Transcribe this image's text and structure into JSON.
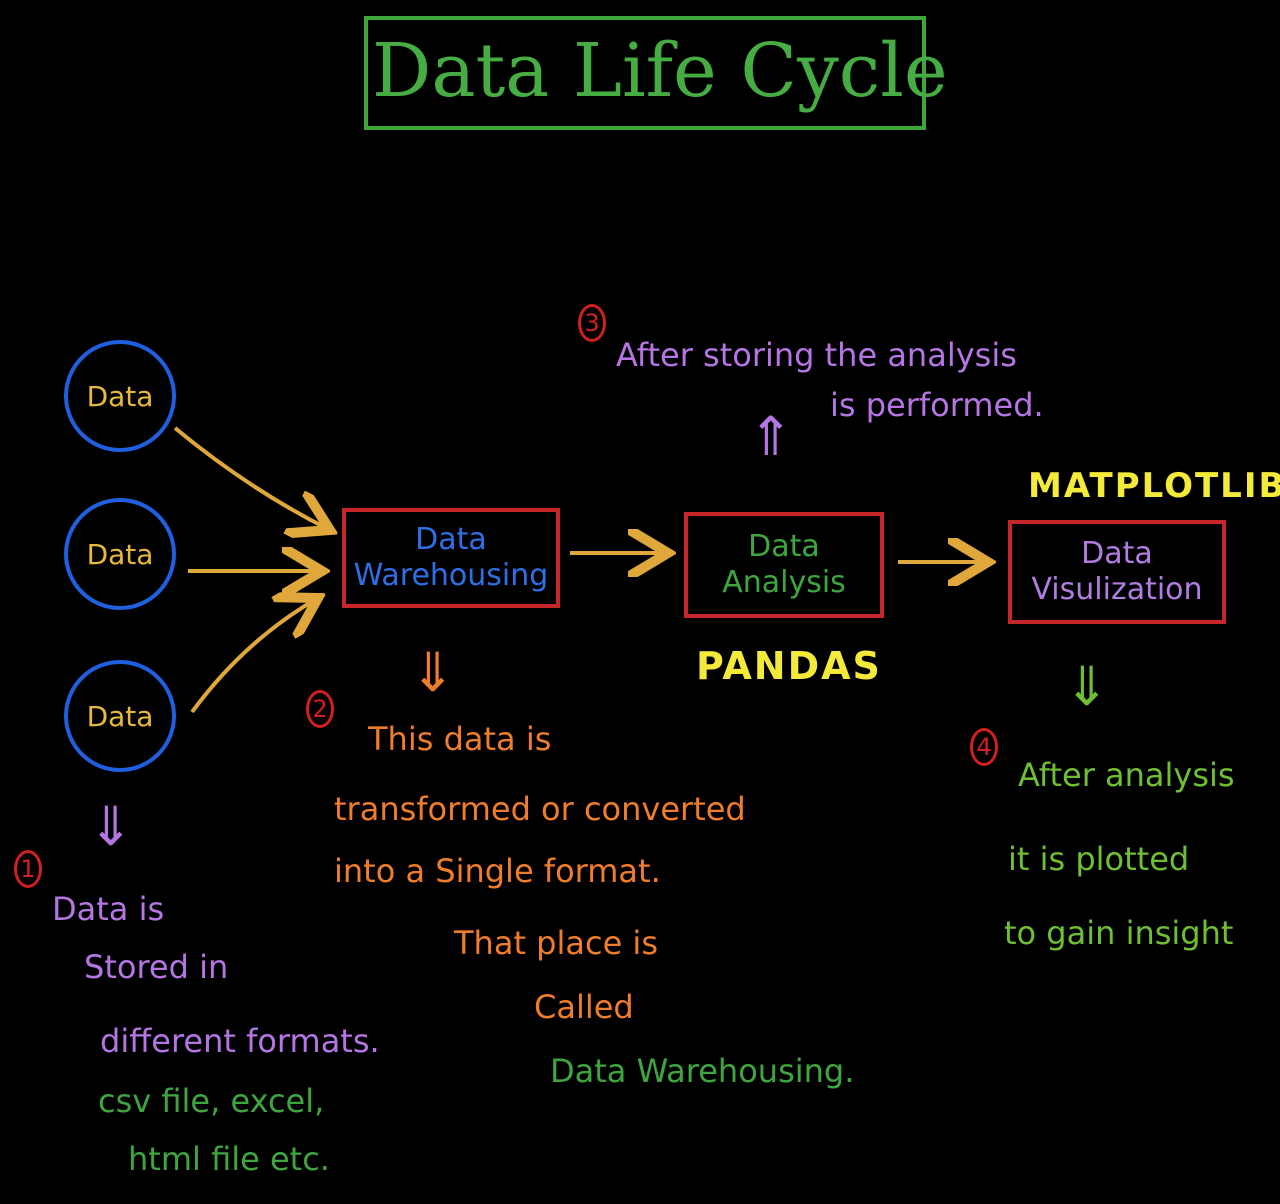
{
  "title": "Data Life Cycle",
  "sources": [
    "Data",
    "Data",
    "Data"
  ],
  "stages": {
    "warehousing": {
      "line1": "Data",
      "line2": "Warehousing"
    },
    "analysis": {
      "line1": "Data",
      "line2": "Analysis"
    },
    "visualization": {
      "line1": "Data",
      "line2": "Visulization"
    }
  },
  "tools": {
    "analysis": "PANDAS",
    "visualization": "MATPLOTLIB"
  },
  "steps": {
    "step1": {
      "number": "1",
      "lines": [
        "Data is",
        "Stored in",
        "different formats."
      ],
      "examples": [
        "csv file, excel,",
        "html file etc."
      ]
    },
    "step2": {
      "number": "2",
      "lines": [
        "This data is",
        "transformed or converted",
        "into a Single format."
      ],
      "place_lines": [
        "That place is",
        "Called"
      ],
      "place_name": "Data Warehousing."
    },
    "step3": {
      "number": "3",
      "lines": [
        "After storing the analysis",
        "is performed."
      ]
    },
    "step4": {
      "number": "4",
      "lines": [
        "After analysis",
        "it is plotted",
        "to gain insight"
      ]
    }
  },
  "colors": {
    "title": "#46ad42",
    "box_border": "#c7262a",
    "circle": "#1f5fe0",
    "arrows": "#e0a83a",
    "step_number": "#d22020"
  }
}
